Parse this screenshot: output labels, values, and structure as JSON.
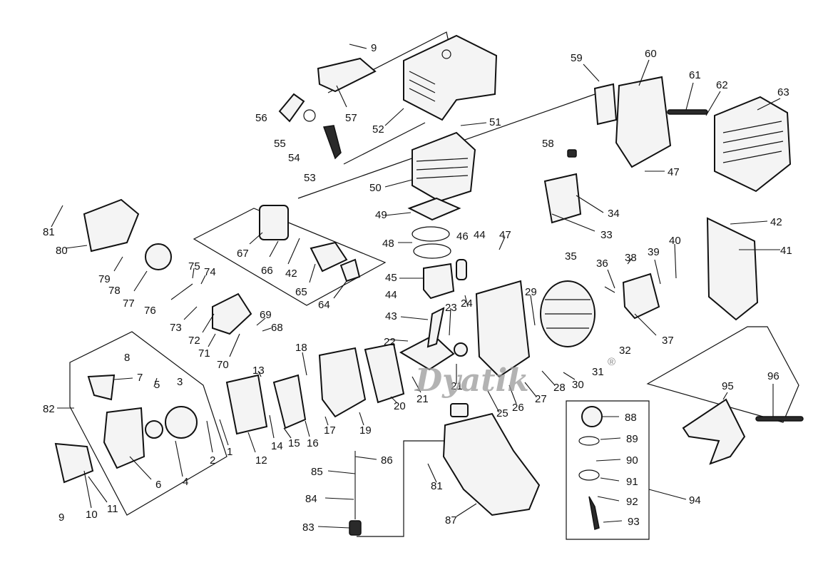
{
  "diagram": {
    "watermark": "Dyatik",
    "registered_mark": "®",
    "callouts": [
      "1",
      "2",
      "3",
      "4",
      "5",
      "6",
      "7",
      "8",
      "9",
      "9",
      "10",
      "11",
      "12",
      "13",
      "14",
      "15",
      "16",
      "17",
      "18",
      "19",
      "20",
      "21",
      "21",
      "22",
      "23",
      "24",
      "25",
      "26",
      "27",
      "28",
      "29",
      "30",
      "31",
      "32",
      "33",
      "34",
      "35",
      "36",
      "37",
      "38",
      "39",
      "40",
      "41",
      "42",
      "42",
      "43",
      "44",
      "44",
      "45",
      "46",
      "47",
      "47",
      "48",
      "49",
      "50",
      "51",
      "52",
      "53",
      "54",
      "55",
      "56",
      "57",
      "58",
      "59",
      "60",
      "61",
      "62",
      "63",
      "64",
      "65",
      "66",
      "67",
      "68",
      "69",
      "70",
      "71",
      "72",
      "73",
      "74",
      "75",
      "76",
      "77",
      "78",
      "79",
      "80",
      "81",
      "81",
      "82",
      "83",
      "84",
      "85",
      "86",
      "87",
      "88",
      "89",
      "90",
      "91",
      "92",
      "93",
      "94",
      "95",
      "96"
    ]
  }
}
